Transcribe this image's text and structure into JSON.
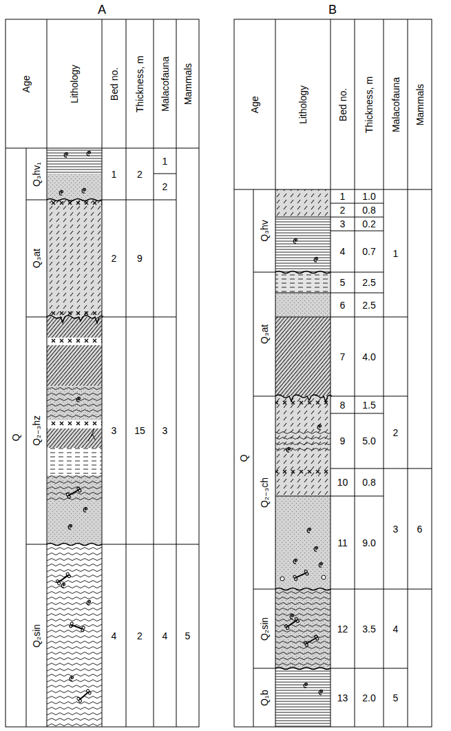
{
  "diagram": {
    "labels": [
      "A",
      "Age",
      "Lithology",
      "Bed no.",
      "Thickness, m",
      "Malacofauna",
      "Mammals",
      "Q",
      "Q₃hv₁",
      "Q₃at",
      "Q₂₋₃hz",
      "Q₂sin",
      "1",
      "2",
      "3",
      "4",
      "2",
      "9",
      "15",
      "2",
      "1",
      "2",
      "3",
      "4",
      "5",
      "B",
      "Age",
      "Lithology",
      "Bed no.",
      "Thickness, m",
      "Malacofauna",
      "Mammals",
      "Q",
      "Q₃hv",
      "Q₃at",
      "Q₂₋₃ch",
      "Q₂sin",
      "Q₁b",
      "1",
      "2",
      "3",
      "4",
      "5",
      "6",
      "7",
      "8",
      "9",
      "10",
      "11",
      "12",
      "13",
      "1.0",
      "0.8",
      "0.2",
      "0.7",
      "2.5",
      "2.5",
      "4.0",
      "1.5",
      "5.0",
      "0.8",
      "9.0",
      "3.5",
      "2.0",
      "1",
      "2",
      "3",
      "4",
      "5",
      "6"
    ]
  }
}
